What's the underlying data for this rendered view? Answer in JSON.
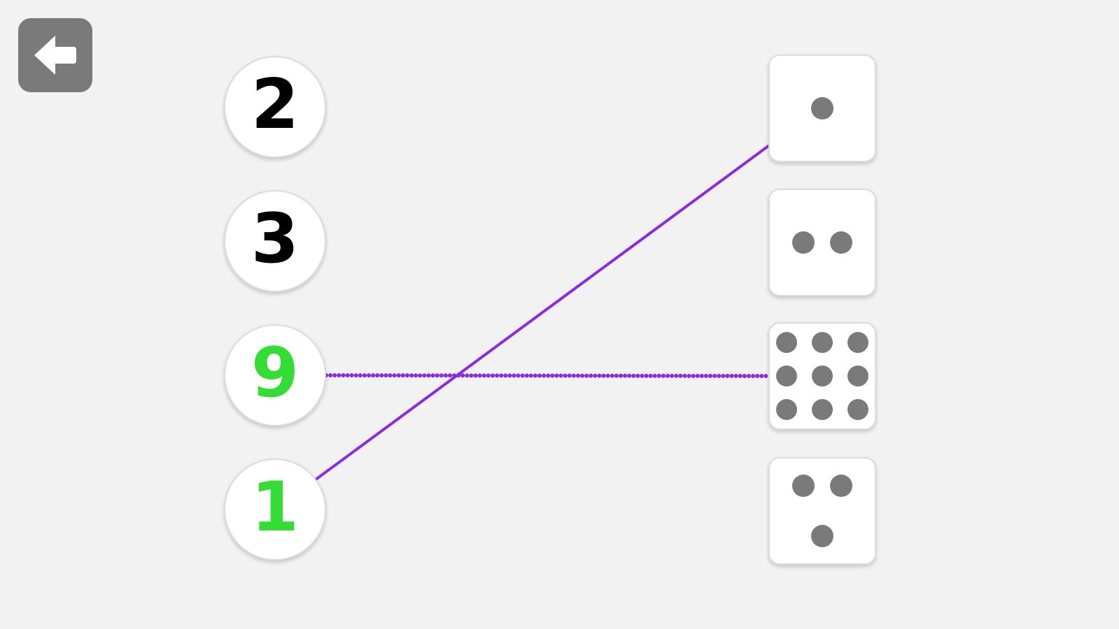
{
  "back_button": {
    "icon": "arrow-left-icon"
  },
  "colors": {
    "background": "#f2f2f2",
    "button": "#7a7a7a",
    "digit_default": "#000000",
    "digit_matched": "#33dd33",
    "pip": "#7a7a7a",
    "connection": "#8a2be2"
  },
  "numbers": [
    {
      "label": "2",
      "matched": false
    },
    {
      "label": "3",
      "matched": false
    },
    {
      "label": "9",
      "matched": true
    },
    {
      "label": "1",
      "matched": true
    }
  ],
  "dice": [
    {
      "pips": 1
    },
    {
      "pips": 2
    },
    {
      "pips": 9
    },
    {
      "pips": 3
    }
  ],
  "connections": [
    {
      "number": "9",
      "dice_pips": 9,
      "style": "dotted"
    },
    {
      "number": "1",
      "dice_pips": 1,
      "style": "solid"
    }
  ]
}
